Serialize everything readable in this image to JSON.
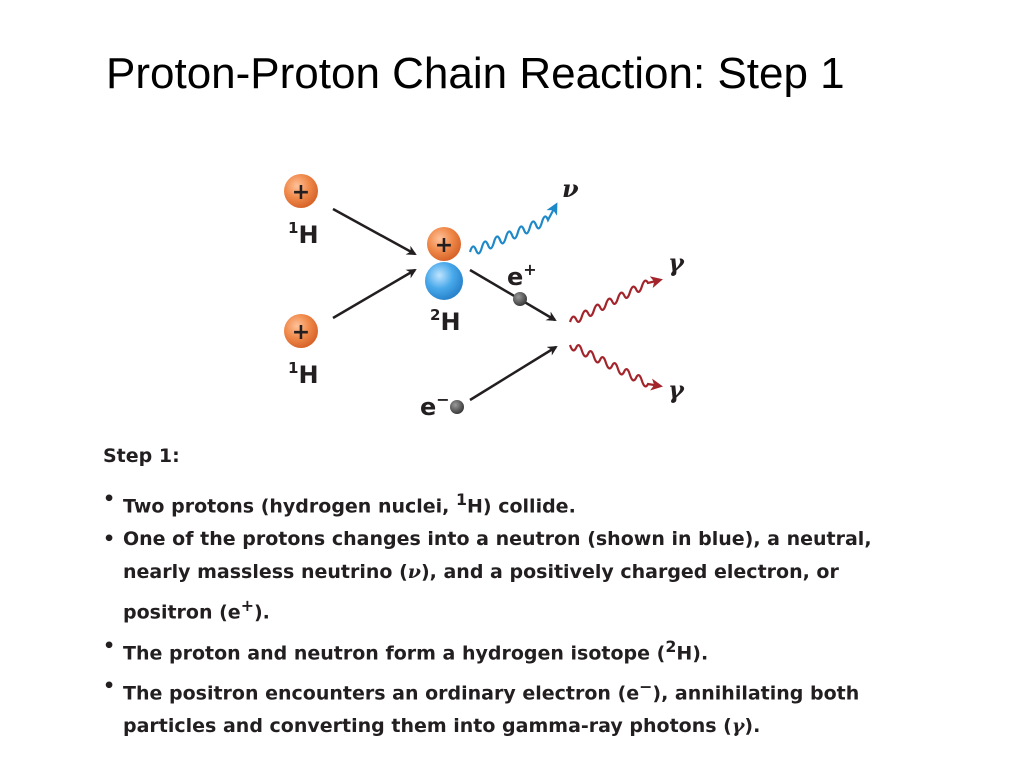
{
  "slide": {
    "title": "Proton-Proton Chain Reaction: Step 1"
  },
  "diagram": {
    "proton_symbol": "+",
    "h1_label_top": {
      "mass": "1",
      "element": "H"
    },
    "h1_label_bottom": {
      "mass": "1",
      "element": "H"
    },
    "h2_label": {
      "mass": "2",
      "element": "H"
    },
    "positron_label": {
      "base": "e",
      "sup": "+"
    },
    "electron_label": {
      "base": "e",
      "sup": "−"
    },
    "neutrino_label": "ν",
    "gamma_label_top": "γ",
    "gamma_label_bottom": "γ",
    "colors": {
      "proton": "#f08a4b",
      "neutron": "#3ba3e8",
      "neutrino_wave": "#1e88c8",
      "gamma_wave": "#a3242b",
      "arrow": "#231f20",
      "lepton": "#555555"
    }
  },
  "text": {
    "heading": "Step 1:",
    "bullets": [
      {
        "parts": [
          "Two protons (hydrogen nuclei, ",
          "1",
          "H) collide."
        ]
      },
      {
        "line1": "One of the protons changes into a neutron (shown in blue), a neutral,",
        "line2": [
          "nearly massless neutrino (",
          "ν",
          "), and a positively charged electron, or"
        ],
        "line3": [
          "positron (e",
          "+",
          ")."
        ]
      },
      {
        "parts": [
          "The proton and neutron form a hydrogen isotope (",
          "2",
          "H)."
        ]
      },
      {
        "line1": [
          "The positron encounters an ordinary electron (e",
          "−",
          "), annihilating both"
        ],
        "line2": [
          "particles and converting them into gamma-ray photons (",
          "γ",
          ")."
        ]
      }
    ]
  }
}
